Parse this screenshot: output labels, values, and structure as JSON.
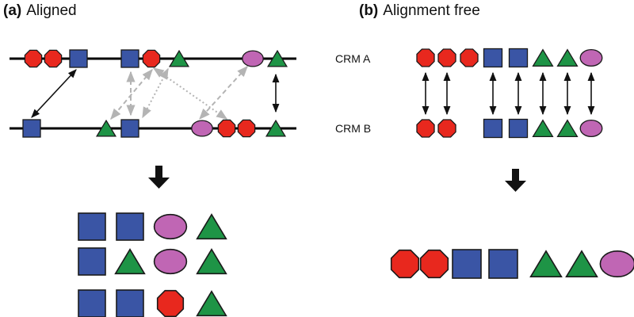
{
  "panel_a": {
    "label": "(a)",
    "title": "Aligned",
    "sequence_1": [
      "octagon",
      "octagon",
      "square",
      "square",
      "octagon",
      "triangle",
      "ellipse",
      "triangle"
    ],
    "sequence_2": [
      "square",
      "triangle",
      "square",
      "ellipse",
      "octagon",
      "octagon",
      "triangle"
    ],
    "result_rows": [
      [
        "square",
        "square",
        "ellipse",
        "triangle"
      ],
      [
        "square",
        "triangle",
        "ellipse",
        "triangle"
      ],
      [
        "square",
        "square",
        "octagon",
        "triangle"
      ]
    ]
  },
  "panel_b": {
    "label": "(b)",
    "title": "Alignment free",
    "crm_a_label": "CRM A",
    "crm_b_label": "CRM B",
    "crm_a": [
      "octagon",
      "octagon",
      "octagon",
      "square",
      "square",
      "triangle",
      "triangle",
      "ellipse"
    ],
    "crm_b": [
      "octagon",
      "octagon",
      "square",
      "square",
      "triangle",
      "triangle",
      "ellipse"
    ],
    "result": [
      "octagon",
      "octagon",
      "square",
      "square",
      "triangle",
      "triangle",
      "ellipse"
    ]
  },
  "colors": {
    "octagon": "#e8281e",
    "square": "#3a55a5",
    "triangle": "#1e9446",
    "ellipse": "#c066b4",
    "outline": "#1a1a1a",
    "line": "#000000",
    "arrow_solid": "#111111",
    "arrow_dashed": "#b4b4b4",
    "block_arrow": "#111111"
  }
}
